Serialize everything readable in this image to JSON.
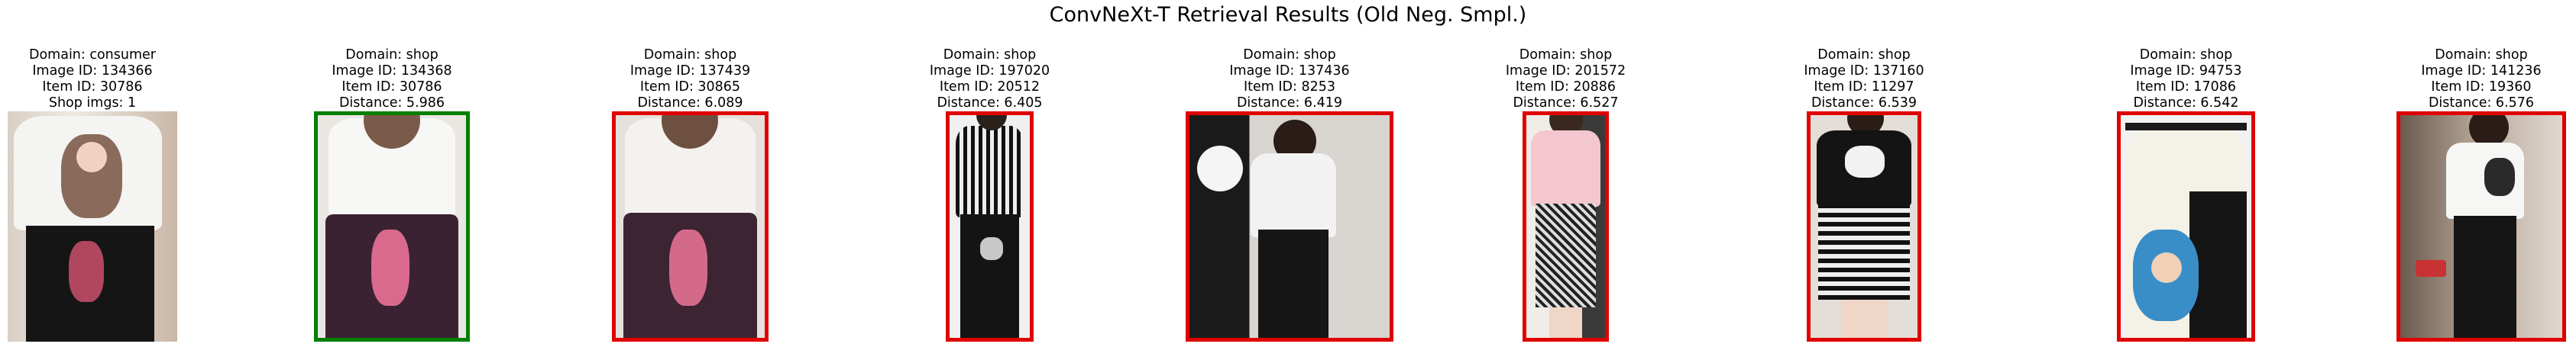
{
  "title": "ConvNeXt-T Retrieval Results (Old Neg. Smpl.)",
  "colors": {
    "match": "#008000",
    "nomatch": "#e00000"
  },
  "panels": [
    {
      "domain": "Domain: consumer",
      "image_id": "Image ID: 134366",
      "item_id": "Item ID: 30786",
      "extra": "Shop imgs: 1",
      "kind": "query"
    },
    {
      "domain": "Domain: shop",
      "image_id": "Image ID: 134368",
      "item_id": "Item ID: 30786",
      "extra": "Distance: 5.986",
      "kind": "match"
    },
    {
      "domain": "Domain: shop",
      "image_id": "Image ID: 137439",
      "item_id": "Item ID: 30865",
      "extra": "Distance: 6.089",
      "kind": "nomatch"
    },
    {
      "domain": "Domain: shop",
      "image_id": "Image ID: 197020",
      "item_id": "Item ID: 20512",
      "extra": "Distance: 6.405",
      "kind": "nomatch"
    },
    {
      "domain": "Domain: shop",
      "image_id": "Image ID: 137436",
      "item_id": "Item ID: 8253",
      "extra": "Distance: 6.419",
      "kind": "nomatch"
    },
    {
      "domain": "Domain: shop",
      "image_id": "Image ID: 201572",
      "item_id": "Item ID: 20886",
      "extra": "Distance: 6.527",
      "kind": "nomatch"
    },
    {
      "domain": "Domain: shop",
      "image_id": "Image ID: 137160",
      "item_id": "Item ID: 11297",
      "extra": "Distance: 6.539",
      "kind": "nomatch"
    },
    {
      "domain": "Domain: shop",
      "image_id": "Image ID: 94753",
      "item_id": "Item ID: 17086",
      "extra": "Distance: 6.542",
      "kind": "nomatch"
    },
    {
      "domain": "Domain: shop",
      "image_id": "Image ID: 141236",
      "item_id": "Item ID: 19360",
      "extra": "Distance: 6.576",
      "kind": "nomatch"
    }
  ]
}
